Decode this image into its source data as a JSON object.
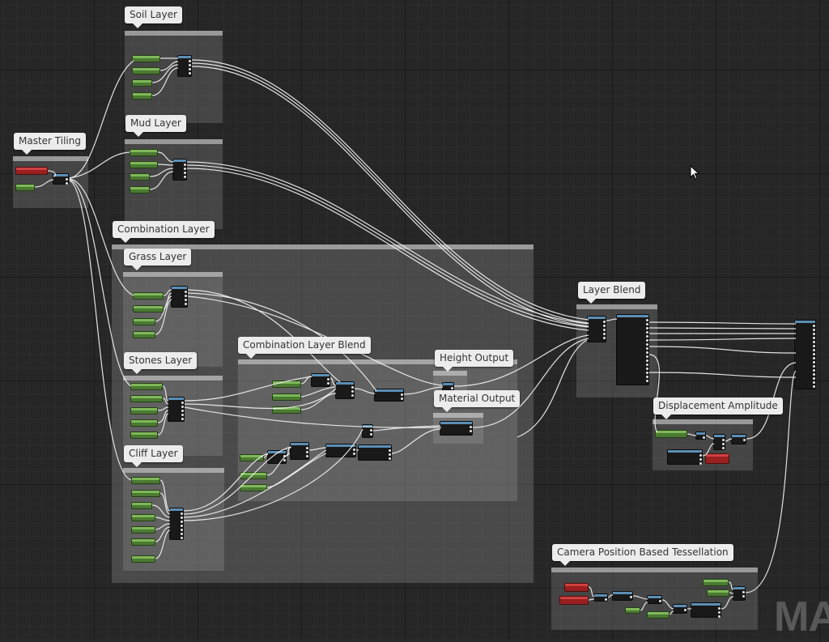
{
  "graph": {
    "comments": [
      {
        "key": "soil",
        "title": "Soil Layer"
      },
      {
        "key": "mud",
        "title": "Mud Layer"
      },
      {
        "key": "master",
        "title": "Master Tiling"
      },
      {
        "key": "combination",
        "title": "Combination Layer"
      },
      {
        "key": "grass",
        "title": "Grass Layer"
      },
      {
        "key": "stones",
        "title": "Stones Layer"
      },
      {
        "key": "cliff",
        "title": "Cliff Layer"
      },
      {
        "key": "blend",
        "title": "Combination Layer Blend"
      },
      {
        "key": "height",
        "title": "Height Output"
      },
      {
        "key": "material",
        "title": "Material Output"
      },
      {
        "key": "layerblend",
        "title": "Layer Blend"
      },
      {
        "key": "displacement",
        "title": "Displacement Amplitude"
      },
      {
        "key": "tessellation",
        "title": "Camera Position Based Tessellation"
      }
    ]
  },
  "watermark": "MA",
  "colors": {
    "background": "#262626",
    "node_body": "#191919",
    "node_green": "#4b7a32",
    "node_red": "#9a2020",
    "node_header_blue": "#5b8fb5",
    "wire": "#f2f2f2",
    "bubble": "#ececec"
  }
}
